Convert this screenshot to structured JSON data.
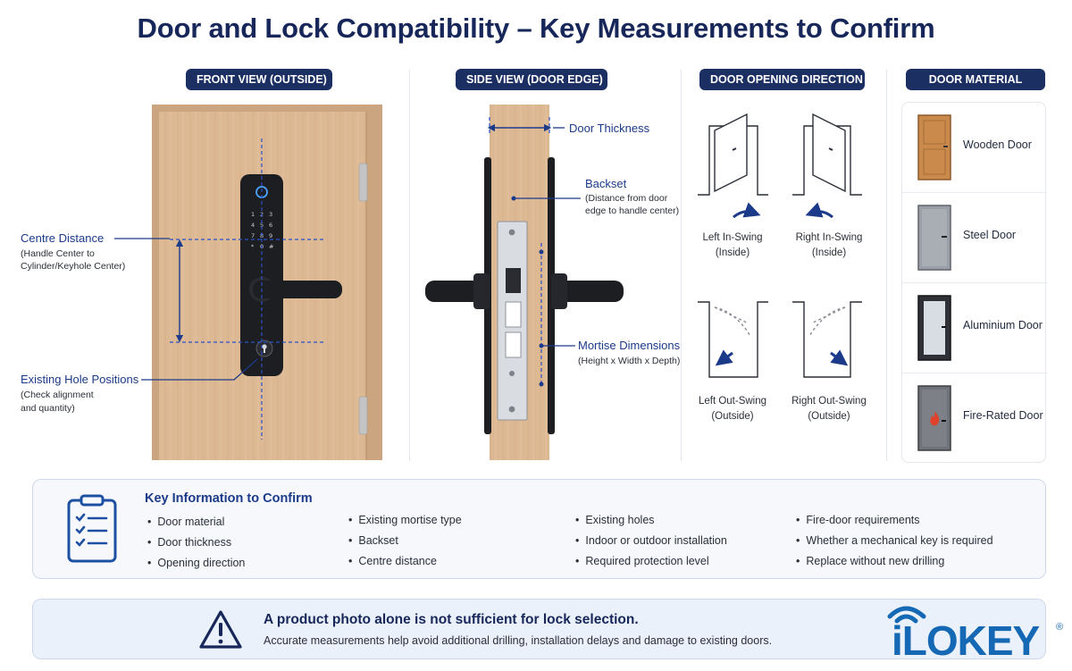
{
  "title": "Door and Lock Compatibility – Key Measurements to Confirm",
  "sections": {
    "front": "FRONT VIEW (OUTSIDE)",
    "side": "SIDE VIEW (DOOR EDGE)",
    "direction": "DOOR OPENING DIRECTION",
    "material": "DOOR MATERIAL"
  },
  "front_view": {
    "centre_distance": {
      "title": "Centre Distance",
      "note_1": "(Handle Center to",
      "note_2": "Cylinder/Keyhole Center)"
    },
    "existing_holes": {
      "title": "Existing Hole Positions",
      "note_1": "(Check alignment",
      "note_2": "and quantity)"
    }
  },
  "side_view": {
    "door_thickness": "Door Thickness",
    "backset": {
      "title": "Backset",
      "note_1": "(Distance from door",
      "note_2": "edge to handle center)"
    },
    "mortise": {
      "title": "Mortise Dimensions",
      "note": "(Height x Width x Depth)"
    }
  },
  "swings": [
    {
      "name": "Left In-Swing",
      "side": "(Inside)"
    },
    {
      "name": "Right In-Swing",
      "side": "(Inside)"
    },
    {
      "name": "Left Out-Swing",
      "side": "(Outside)"
    },
    {
      "name": "Right Out-Swing",
      "side": "(Outside)"
    }
  ],
  "materials": [
    {
      "name": "Wooden Door",
      "color": "#c98a4c"
    },
    {
      "name": "Steel Door",
      "color": "#9a9ea6"
    },
    {
      "name": "Aluminium Door",
      "color": "#2f3136"
    },
    {
      "name": "Fire-Rated Door",
      "color": "#6f7277"
    }
  ],
  "key_info": {
    "title": "Key Information to Confirm",
    "columns": [
      [
        "Door material",
        "Door thickness",
        "Opening direction"
      ],
      [
        "Existing mortise type",
        "Backset",
        "Centre distance"
      ],
      [
        "Existing holes",
        "Indoor or outdoor installation",
        "Required protection level"
      ],
      [
        "Fire-door requirements",
        "Whether a mechanical key is required",
        "Replace without new drilling"
      ]
    ]
  },
  "warning": {
    "title": "A product photo alone is not sufficient for lock selection.",
    "subtitle": "Accurate measurements help avoid additional drilling, installation delays and damage to existing doors."
  },
  "logo": {
    "text": "iLOKEY",
    "mark": "®"
  },
  "colors": {
    "navy": "#1b2f63",
    "accent_blue": "#1c3a8a",
    "wood": "#dcb893",
    "lock_black": "#1d1e22",
    "logo_blue": "#1569b4"
  }
}
